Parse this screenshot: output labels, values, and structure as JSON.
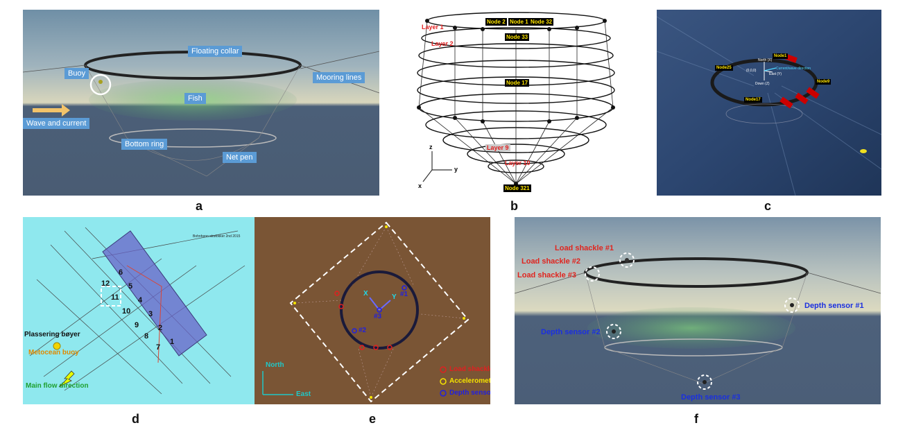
{
  "panels": {
    "a": {
      "letter": "a",
      "labels": {
        "floating_collar": "Floating collar",
        "buoy": "Buoy",
        "mooring_lines": "Mooring lines",
        "fish": "Fish",
        "wave_current": "Wave and current",
        "bottom_ring": "Bottom ring",
        "net_pen": "Net pen"
      }
    },
    "b": {
      "letter": "b",
      "nodes": [
        "Node 2",
        "Node 1",
        "Node 32",
        "Node 33",
        "Node 17",
        "Node 321"
      ],
      "layers": [
        "Layer 1",
        "Layer 2",
        "Layer 9",
        "Layer 10"
      ],
      "axes": [
        "z",
        "y",
        "x"
      ]
    },
    "c": {
      "letter": "c",
      "nodes": [
        "Node1",
        "Node25",
        "Node9",
        "Node17"
      ],
      "axes": [
        "North (X)",
        "(0,0,0)",
        "East (Y)",
        "Down (Z)"
      ],
      "direction": "Current/wave direction"
    },
    "d": {
      "letter": "d",
      "cells": [
        "6",
        "5",
        "12",
        "11",
        "4",
        "3",
        "10",
        "9",
        "2",
        "8",
        "1",
        "7"
      ],
      "map_note": "Bohnhenn strølokker 2nd 2015",
      "plassering": "Plassering bøyer",
      "metocean": "Metocean buoy",
      "main_flow": "Main flow direction"
    },
    "e": {
      "letter": "e",
      "axes": [
        "X",
        "Y"
      ],
      "markers": [
        "#1",
        "#2",
        "#3"
      ],
      "compass": [
        "North",
        "East"
      ],
      "legend": [
        "Load shackle",
        "Accelerometer",
        "Depth sensor"
      ],
      "colors": {
        "load": "#e02020",
        "accel": "#f5e400",
        "depth": "#2020e0"
      }
    },
    "f": {
      "letter": "f",
      "labels": [
        "Load shackle #1",
        "Load shackle #2",
        "Load shackle #3",
        "Depth sensor #1",
        "Depth sensor #2",
        "Depth sensor #3"
      ]
    }
  }
}
